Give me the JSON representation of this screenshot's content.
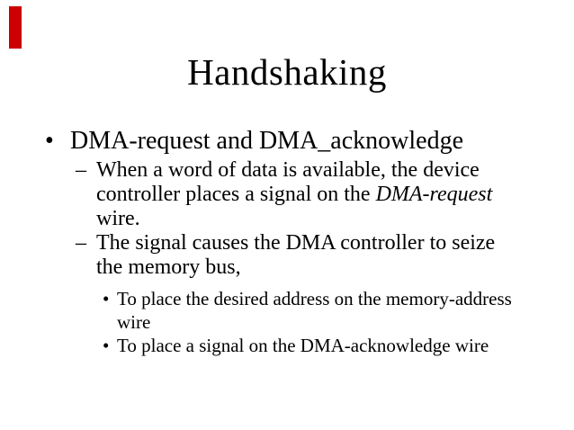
{
  "slide": {
    "title": "Handshaking",
    "background_color": "#ffffff",
    "text_color": "#000000",
    "accent_bar": {
      "color": "#cc0000"
    }
  },
  "content": {
    "bullets": [
      {
        "level": 1,
        "marker": "•",
        "lines": [
          [
            {
              "text": "DMA-request and DMA_acknowledge"
            }
          ]
        ]
      },
      {
        "level": 2,
        "marker": "–",
        "lines": [
          [
            {
              "text": "When a word of data is available, the device"
            }
          ],
          [
            {
              "text": "controller places a signal on the "
            },
            {
              "text": "DMA-request",
              "italic": true
            }
          ],
          [
            {
              "text": "wire."
            }
          ]
        ]
      },
      {
        "level": 2,
        "marker": "–",
        "lines": [
          [
            {
              "text": "The signal causes the DMA controller to seize"
            }
          ],
          [
            {
              "text": "the memory bus,"
            }
          ]
        ]
      },
      {
        "level": 3,
        "marker": "•",
        "lines": [
          [
            {
              "text": "To place the desired address on the memory-address"
            }
          ],
          [
            {
              "text": "wire"
            }
          ]
        ]
      },
      {
        "level": 3,
        "marker": "•",
        "lines": [
          [
            {
              "text": "To place a signal on the DMA-acknowledge wire"
            }
          ]
        ]
      }
    ]
  }
}
